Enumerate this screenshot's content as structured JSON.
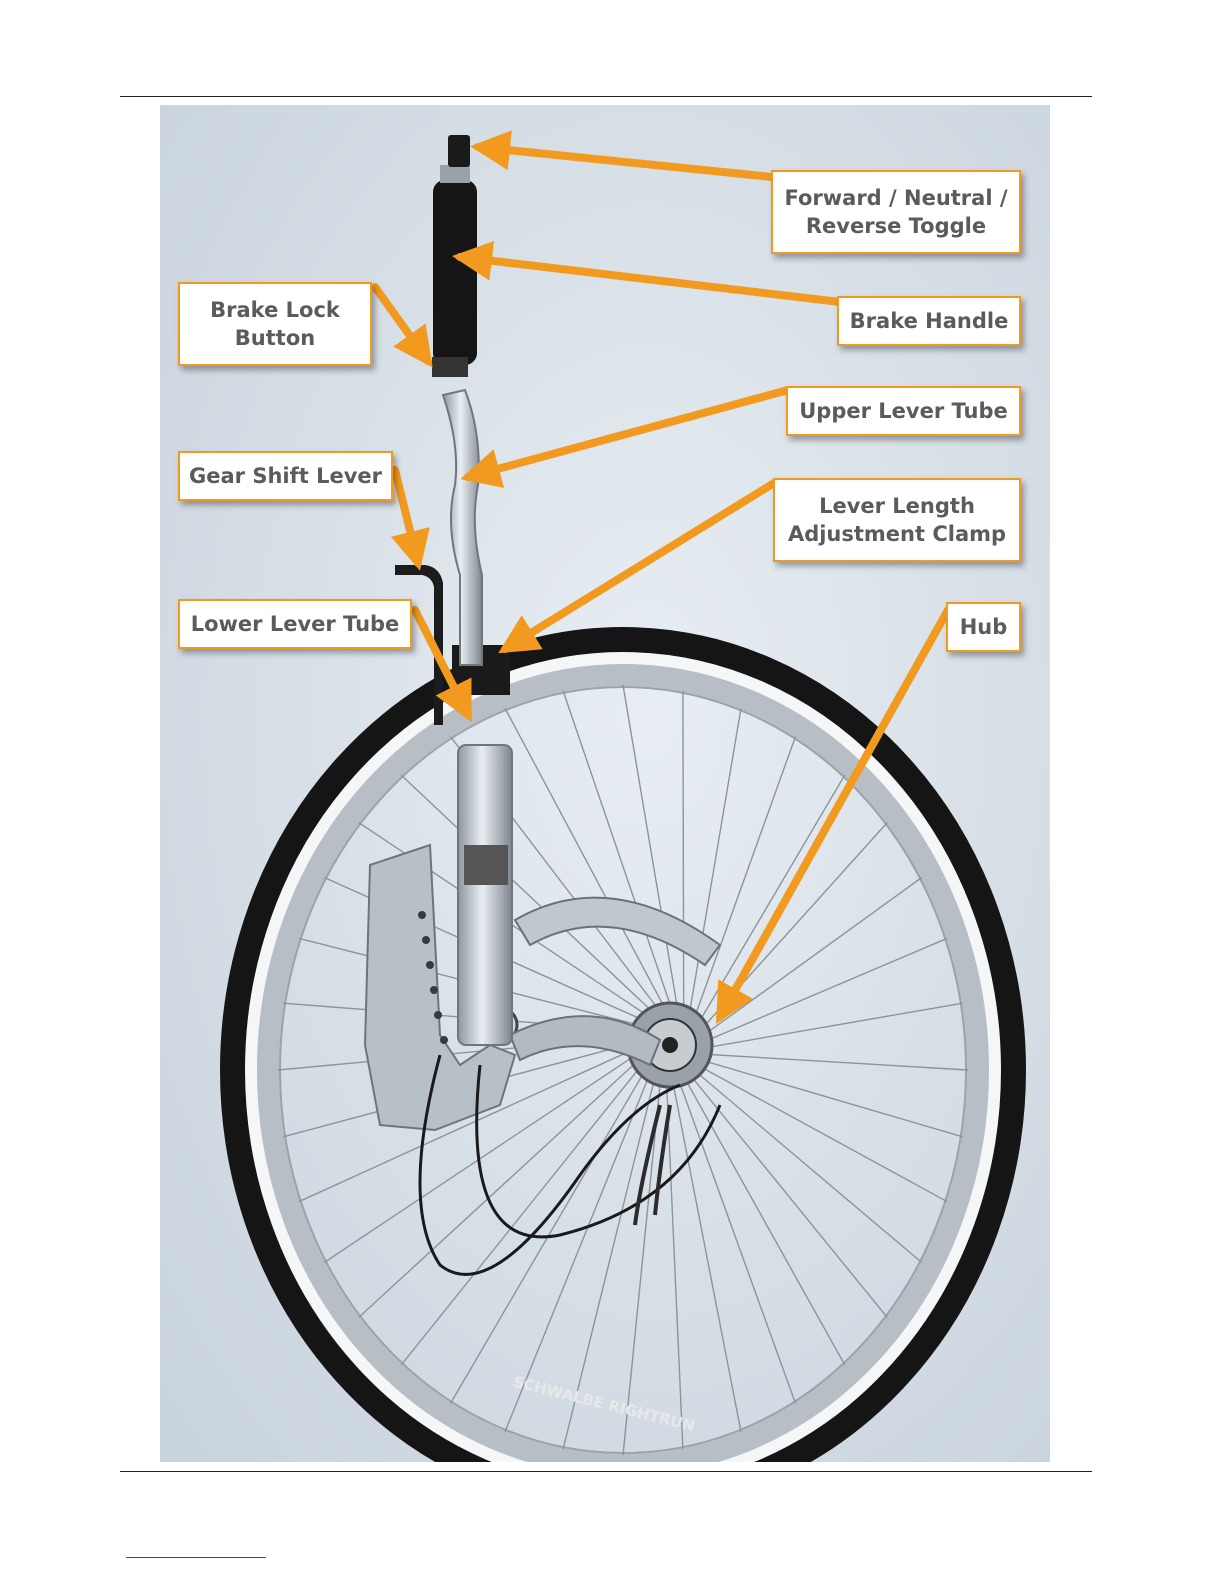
{
  "callouts": {
    "toggle": "Forward / Neutral /\nReverse Toggle",
    "brake_handle": "Brake Handle",
    "brake_lock": "Brake Lock\nButton",
    "upper_tube": "Upper Lever Tube",
    "gear_shift": "Gear Shift Lever",
    "clamp": "Lever Length\nAdjustment Clamp",
    "lower_tube": "Lower Lever Tube",
    "hub": "Hub"
  },
  "tire_text": "SCHWALBE RIGHTRUN",
  "colors": {
    "arrow": "#f29a1f",
    "background": "#dfe6ec",
    "label_text": "#5b5b5b"
  }
}
